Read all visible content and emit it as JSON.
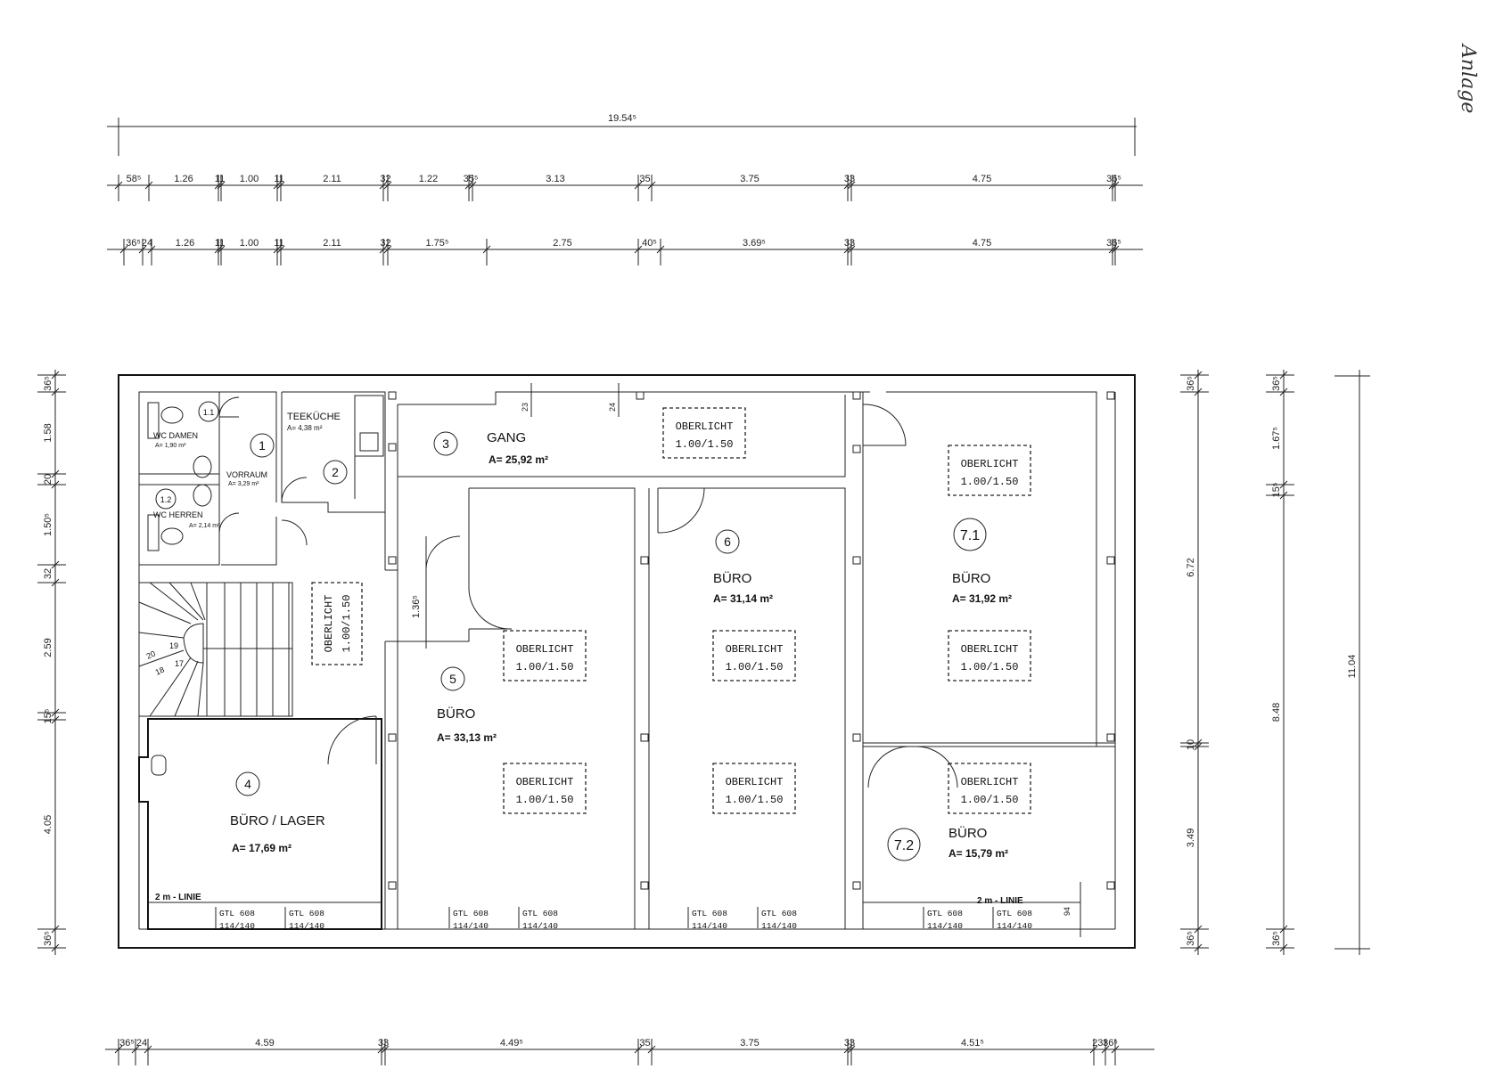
{
  "annotation": "Anlage",
  "dims_top": {
    "overall": "19.54⁵",
    "row1": [
      "58⁵",
      "1.26",
      "11",
      "1.00",
      "11",
      "2.11",
      "32",
      "1.22",
      "35⁵",
      "3.13",
      "35",
      "3.75",
      "33",
      "4.75",
      "36⁵"
    ],
    "row2": [
      "36⁵",
      "24",
      "1.26",
      "11",
      "1.00",
      "11",
      "2.11",
      "32",
      "1.75⁵",
      "2.75",
      "40⁵",
      "3.69⁵",
      "33",
      "4.75",
      "36⁵"
    ]
  },
  "dims_bottom": [
    "36⁵",
    "24",
    "4.59",
    "33",
    "4.49⁵",
    "35",
    "3.75",
    "33",
    "4.51⁵",
    "23⁵",
    "36⁵"
  ],
  "dims_left": [
    "36⁵",
    "1.58",
    "20",
    "1.50⁵",
    "32",
    "2.59",
    "15⁵",
    "4.05",
    "36⁵"
  ],
  "dims_right1": [
    "36⁵",
    "6.72",
    "10",
    "3.49",
    "36⁵"
  ],
  "dims_right2": [
    "36⁵",
    "1.67⁵",
    "15⁵",
    "8.48",
    "36⁵"
  ],
  "dims_right3": [
    "11.04"
  ],
  "inner_dims": {
    "gang_23": "23",
    "gang_24": "24",
    "passage": "1.36⁵",
    "line_94": "94"
  },
  "rooms": {
    "r11": {
      "num": "1.1",
      "name": "WC DAMEN",
      "area": "A= 1,90 m²"
    },
    "r12": {
      "num": "1.2",
      "name": "WC HERREN",
      "area": "A= 2,14 m²"
    },
    "r1": {
      "num": "1",
      "name": "VORRAUM",
      "area": "A= 3,29 m²"
    },
    "r2": {
      "num": "2",
      "name": "TEEKÜCHE",
      "area": "A= 4,38 m²"
    },
    "r3": {
      "num": "3",
      "name": "GANG",
      "area": "A= 25,92 m²"
    },
    "r4": {
      "num": "4",
      "name": "BÜRO / LAGER",
      "area": "A= 17,69 m²"
    },
    "r5": {
      "num": "5",
      "name": "BÜRO",
      "area": "A= 33,13 m²"
    },
    "r6": {
      "num": "6",
      "name": "BÜRO",
      "area": "A= 31,14 m²"
    },
    "r71": {
      "num": "7.1",
      "name": "BÜRO",
      "area": "A= 31,92 m²"
    },
    "r72": {
      "num": "7.2",
      "name": "BÜRO",
      "area": "A= 15,79 m²"
    }
  },
  "skylight": {
    "label": "OBERLICHT",
    "size": "1.00/1.50"
  },
  "line_2m": "2 m - LINIE",
  "window": {
    "type": "GTL 608",
    "size": "114/140"
  },
  "stair": {
    "n1": "20",
    "n2": "19",
    "n3": "18",
    "n4": "17"
  }
}
